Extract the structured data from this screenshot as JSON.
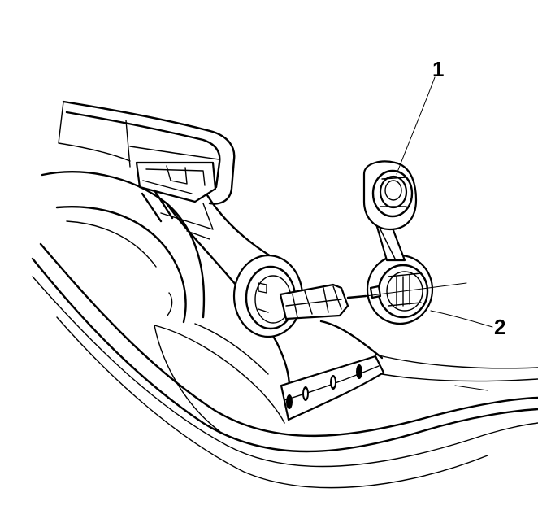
{
  "callouts": [
    {
      "label": "1",
      "part": "cap"
    },
    {
      "label": "2",
      "part": "socket-housing"
    }
  ],
  "colors": {
    "line": "#000000",
    "background": "#ffffff"
  }
}
